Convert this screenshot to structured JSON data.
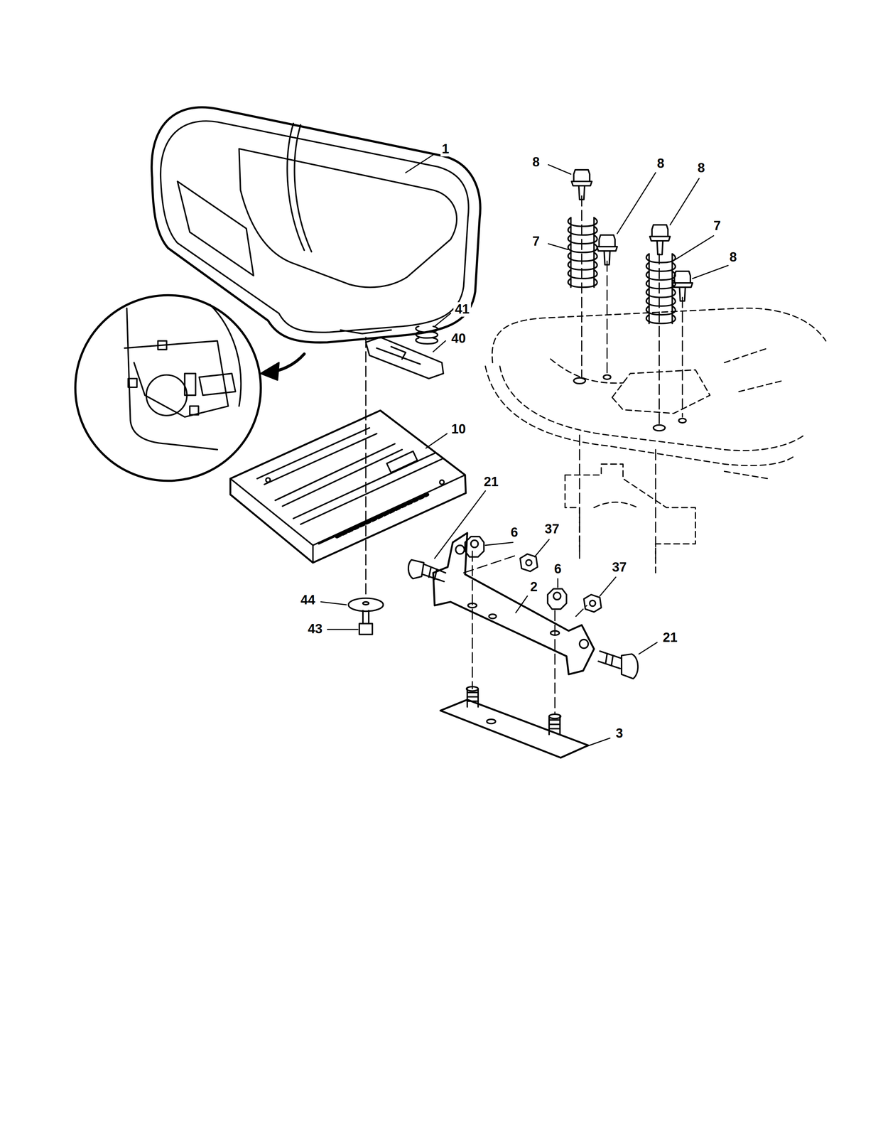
{
  "diagram": {
    "labels": [
      "1",
      "8",
      "8",
      "8",
      "7",
      "7",
      "8",
      "41",
      "40",
      "10",
      "21",
      "6",
      "37",
      "6",
      "37",
      "2",
      "44",
      "43",
      "21",
      "3"
    ]
  }
}
